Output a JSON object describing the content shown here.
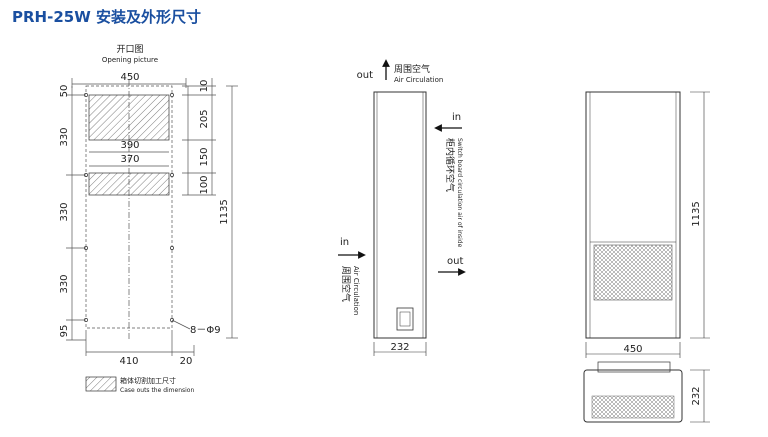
{
  "title": "PRH-25W 安装及外形尺寸",
  "colors": {
    "title": "#1a4fa0",
    "line": "#333333",
    "dim": "#555555"
  },
  "cutout": {
    "label_cn": "开口图",
    "label_en": "Opening picture",
    "dims": {
      "top_width": "450",
      "upper_cut_width": "390",
      "lower_cut_width": "370",
      "bottom_width": "410",
      "bottom_right": "20",
      "right_10": "10",
      "right_205": "205",
      "right_150": "150",
      "right_100": "100",
      "total_height": "1135",
      "left_50": "50",
      "left_330a": "330",
      "left_330b": "330",
      "left_330c": "330",
      "left_95": "95",
      "holes": "8－Φ9"
    },
    "legend_cn": "箱体切割加工尺寸",
    "legend_en": "Case outs the dimension"
  },
  "side_view": {
    "out_label": "out",
    "out_cn": "周围空气",
    "out_en": "Air Circulation",
    "in_label": "in",
    "in_cn": "周围空气",
    "in_en": "Air Circulation",
    "right_in": "in",
    "right_out": "out",
    "inside_cn": "柜内循环空气",
    "inside_en": "Switch board circulation air of inside",
    "width_dim": "232"
  },
  "front_view": {
    "height_dim": "1135",
    "width_dim": "450"
  },
  "top_view": {
    "depth_dim": "232"
  }
}
